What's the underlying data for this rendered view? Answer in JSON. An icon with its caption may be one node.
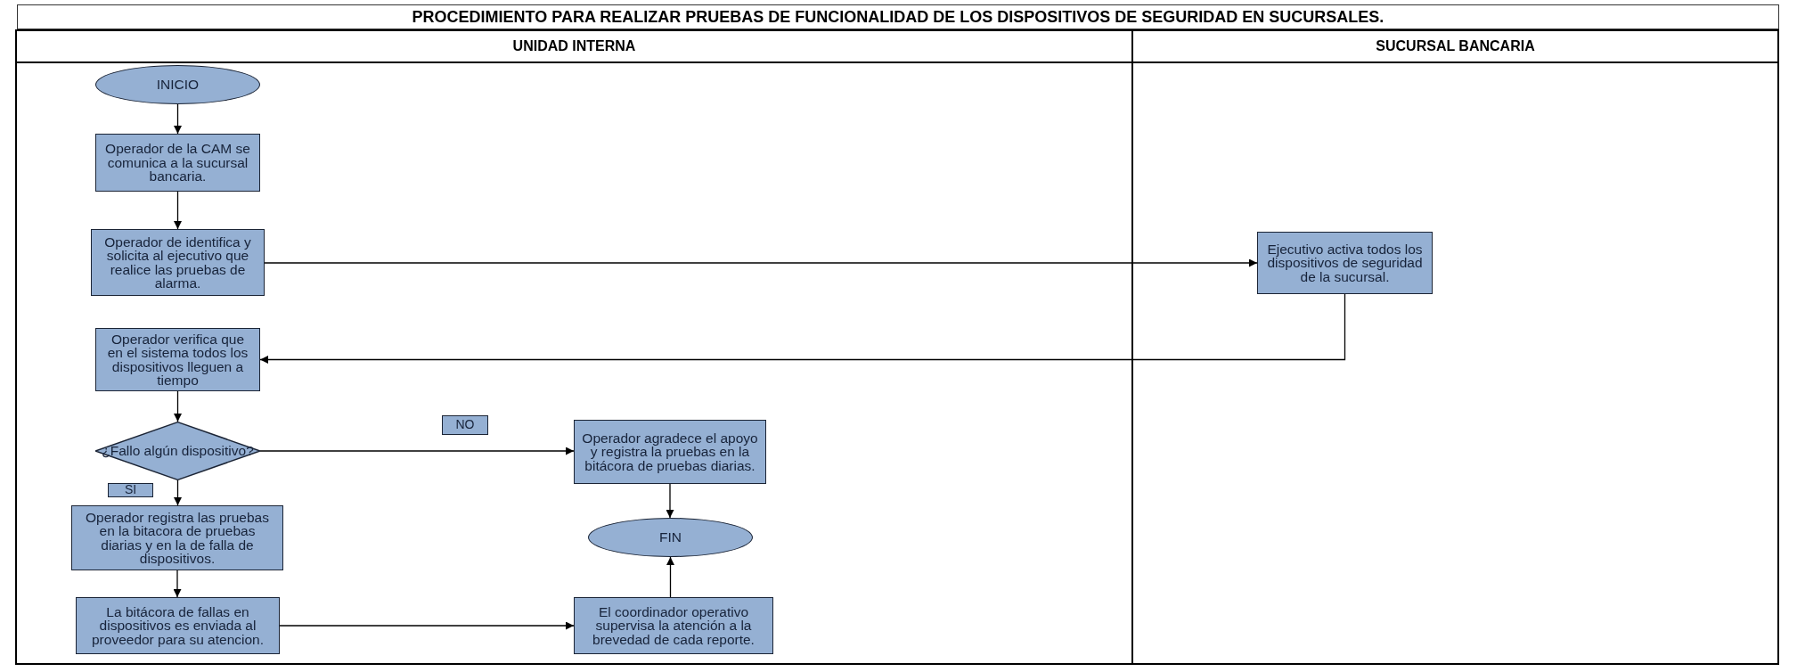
{
  "diagram": {
    "title": "PROCEDIMIENTO PARA REALIZAR PRUEBAS DE FUNCIONALIDAD DE LOS DISPOSITIVOS DE SEGURIDAD EN SUCURSALES.",
    "nodes": [
      {
        "text": [
          "UNIDAD INTERNA"
        ]
      },
      {
        "text": [
          "SUCURSAL BANCARIA"
        ]
      },
      {
        "text": [
          "INICIO"
        ],
        "in": 0
      },
      {
        "text": [
          "Operador de la CAM se comunica a la sucursal bancaria."
        ],
        "in": 0
      },
      {
        "text": [
          "Operador de identifica y solicita al ejecutivo que realice las pruebas de alarma."
        ],
        "in": 0
      },
      {
        "text": [
          "Ejecutivo activa todos los dispositivos de seguridad de la sucursal."
        ],
        "in": 1
      },
      {
        "text": [
          "Operador verifica que en el sistema todos los dispositivos lleguen a tiempo"
        ],
        "in": 0
      },
      {
        "text": [
          "¿Fallo algún dispositivo?"
        ],
        "in": 0
      },
      {
        "text": [
          "Operador agradece el apoyo y registra la pruebas en la bitácora de pruebas diarias."
        ],
        "in": 0
      },
      {
        "text": [
          "Operador registra las pruebas en la bitacora de pruebas diarias y en la de falla de dispositivos."
        ],
        "in": 0
      },
      {
        "text": [
          "FIN"
        ],
        "in": 0
      },
      {
        "text": [
          "La bitácora de fallas en dispositivos es enviada al proveedor para su atencion."
        ],
        "in": 0
      },
      {
        "text": [
          "El coordinador operativo supervisa la atención a la brevedad de cada reporte."
        ],
        "in": 0
      }
    ],
    "edges": [
      {
        "from": 2,
        "to": 3,
        "arrow": "to"
      },
      {
        "from": 3,
        "to": 4,
        "arrow": "to"
      },
      {
        "from": 4,
        "to": 5,
        "arrow": "to"
      },
      {
        "from": 5,
        "to": 6,
        "arrow": "to"
      },
      {
        "from": 6,
        "to": 7,
        "arrow": "to"
      },
      {
        "from": 7,
        "to": 8,
        "arrow": "to"
      },
      {
        "from": 7,
        "to": 9,
        "arrow": "to"
      },
      {
        "from": 9,
        "to": 11,
        "arrow": "to"
      },
      {
        "from": 11,
        "to": 12,
        "arrow": "to"
      },
      {
        "from": 8,
        "to": 10,
        "arrow": "to"
      },
      {
        "from": 12,
        "to": 10,
        "arrow": "to"
      }
    ],
    "labels": [
      "NO",
      "SI"
    ]
  }
}
